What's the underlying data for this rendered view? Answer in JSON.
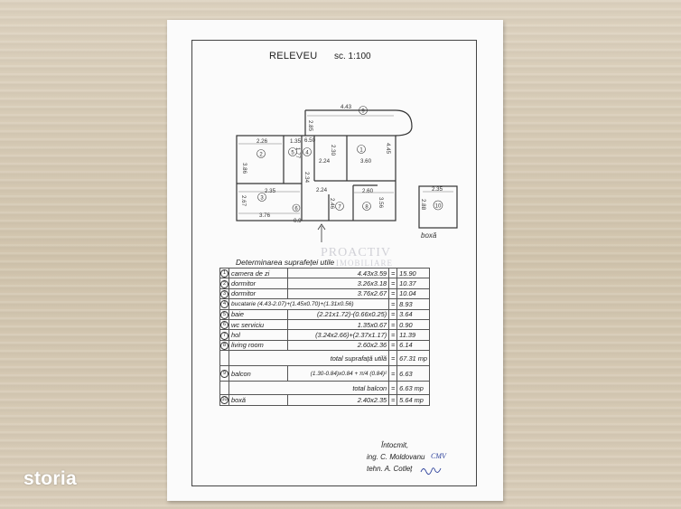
{
  "header": {
    "title": "RELEVEU",
    "scale": "sc. 1:100"
  },
  "watermark": {
    "line1": "PROACTIV",
    "line2": "IMOBILIARE"
  },
  "plan": {
    "dims": [
      "4.43",
      "1.35",
      "6.50",
      "2.26",
      "3.86",
      "2.30",
      "3.60",
      "4.45",
      "2.24",
      "2.35",
      "2.24",
      "2.46",
      "2.60",
      "3.56",
      "2.67",
      "3.76",
      "2.85",
      "1.77",
      "2.34",
      "0.9",
      "2.35",
      "2.88"
    ],
    "rooms": [
      "1",
      "2",
      "3",
      "4",
      "5",
      "6",
      "7",
      "8",
      "9",
      "10"
    ],
    "box_label": "boxă"
  },
  "determination": {
    "title": "Determinarea suprafeței utile",
    "rows": [
      {
        "n": "1",
        "name": "camera de zi",
        "formula": "4.43x3.59",
        "eq": "=",
        "value": "15.90"
      },
      {
        "n": "2",
        "name": "dormitor",
        "formula": "3.26x3.18",
        "eq": "=",
        "value": "10.37"
      },
      {
        "n": "3",
        "name": "dormitor",
        "formula": "3.76x2.67",
        "eq": "=",
        "value": "10.04"
      },
      {
        "n": "4",
        "name": "bucatarie (4.43-2.07)+(1.45x0.70)+(1.31x0.56)",
        "formula": "",
        "eq": "=",
        "value": "8.93"
      },
      {
        "n": "5",
        "name": "baie",
        "formula": "(2.21x1.72)-(0.66x0.25)",
        "eq": "=",
        "value": "3.64"
      },
      {
        "n": "6",
        "name": "wc serviciu",
        "formula": "1.35x0.67",
        "eq": "=",
        "value": "0.90"
      },
      {
        "n": "7",
        "name": "hol",
        "formula": "(3.24x2.66)+(2.37x1.17)",
        "eq": "=",
        "value": "11.39"
      },
      {
        "n": "8",
        "name": "living room",
        "formula": "2.60x2.36",
        "eq": "=",
        "value": "6.14"
      }
    ],
    "total_util_label": "total suprafață utilă",
    "total_util_value": "67.31 mp",
    "balcon": {
      "n": "9",
      "name": "balcon",
      "formula": "(1.30-0.84)x0.84 + π/4 (0.84)²",
      "eq": "=",
      "value": "6.63"
    },
    "total_balcon_label": "total balcon",
    "total_balcon_value": "6.63 mp",
    "boxa": {
      "n": "10",
      "name": "boxă",
      "formula": "2.40x2.35",
      "eq": "=",
      "value": "5.64 mp"
    }
  },
  "signature": {
    "line1": "Întocmit,",
    "line2": "ing. C. Moldovanu",
    "line3": "tehn. A. Cotleț",
    "hand1": "CMV"
  },
  "brand": {
    "logo": "storia"
  }
}
